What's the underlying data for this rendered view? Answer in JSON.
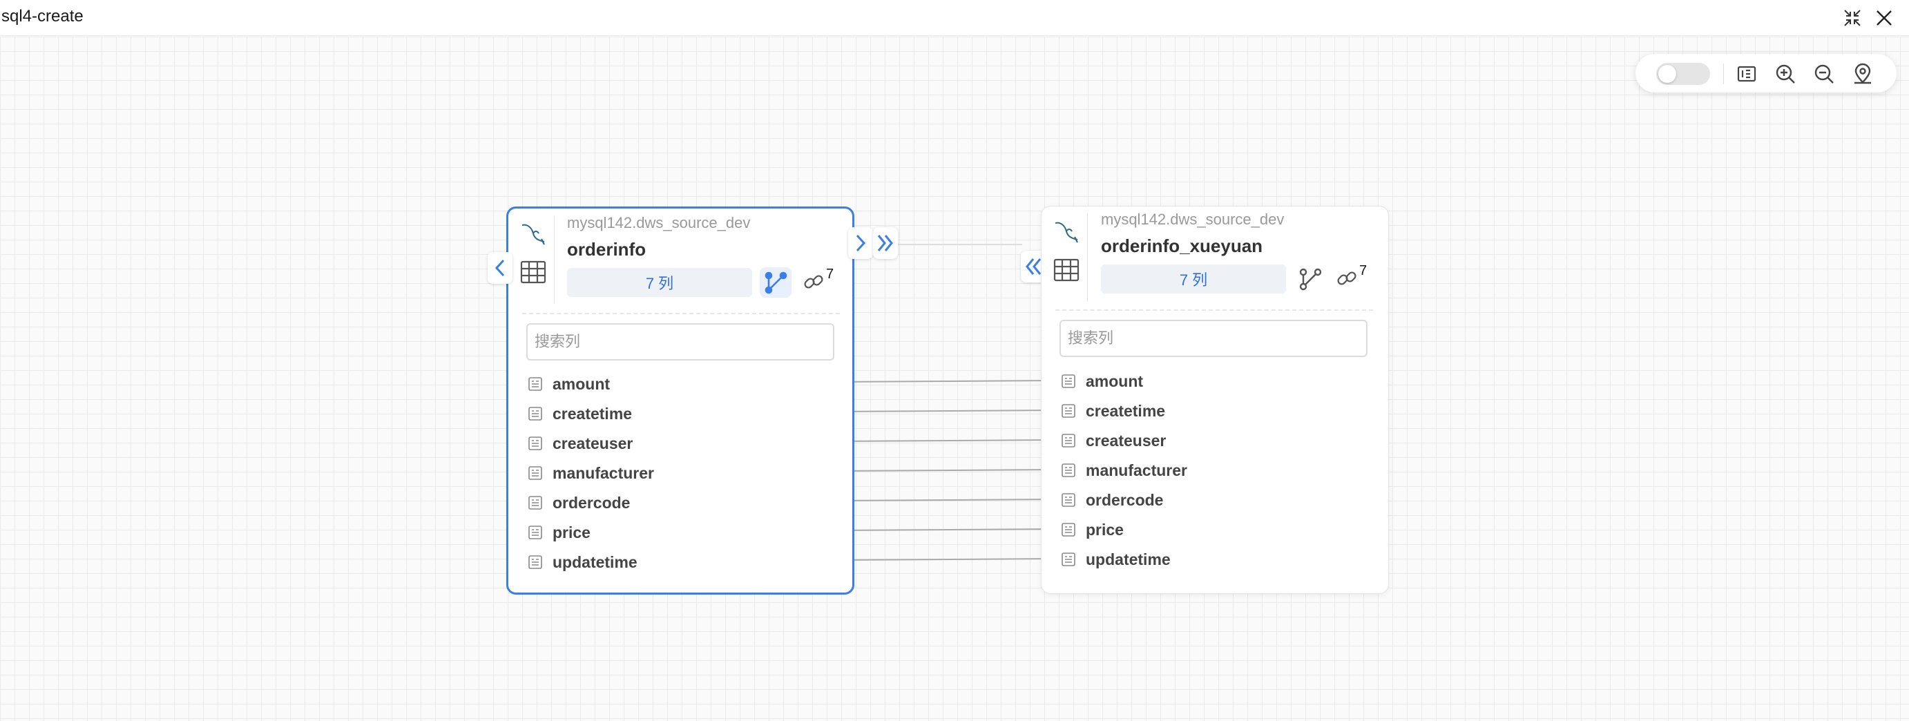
{
  "window": {
    "title": "sql4-create"
  },
  "colors": {
    "accent": "#3a7ee8",
    "edge": "#aaaaaa"
  },
  "toolbar": {
    "icons": [
      "toggle-switch",
      "minimap-icon",
      "zoom-in-icon",
      "zoom-out-icon",
      "locate-icon"
    ]
  },
  "source_table": {
    "schema": "mysql142.dws_source_dev",
    "name": "orderinfo",
    "column_count_label": "7 列",
    "link_count": "7",
    "search_placeholder": "搜索列",
    "columns": [
      "amount",
      "createtime",
      "createuser",
      "manufacturer",
      "ordercode",
      "price",
      "updatetime"
    ]
  },
  "target_table": {
    "schema": "mysql142.dws_source_dev",
    "name": "orderinfo_xueyuan",
    "column_count_label": "7 列",
    "link_count": "7",
    "search_placeholder": "搜索列",
    "columns": [
      "amount",
      "createtime",
      "createuser",
      "manufacturer",
      "ordercode",
      "price",
      "updatetime"
    ]
  },
  "edges": [
    {
      "from": "amount",
      "to": "amount"
    },
    {
      "from": "createtime",
      "to": "createtime"
    },
    {
      "from": "createuser",
      "to": "createuser"
    },
    {
      "from": "manufacturer",
      "to": "manufacturer"
    },
    {
      "from": "ordercode",
      "to": "ordercode"
    },
    {
      "from": "price",
      "to": "price"
    },
    {
      "from": "updatetime",
      "to": "updatetime"
    }
  ]
}
